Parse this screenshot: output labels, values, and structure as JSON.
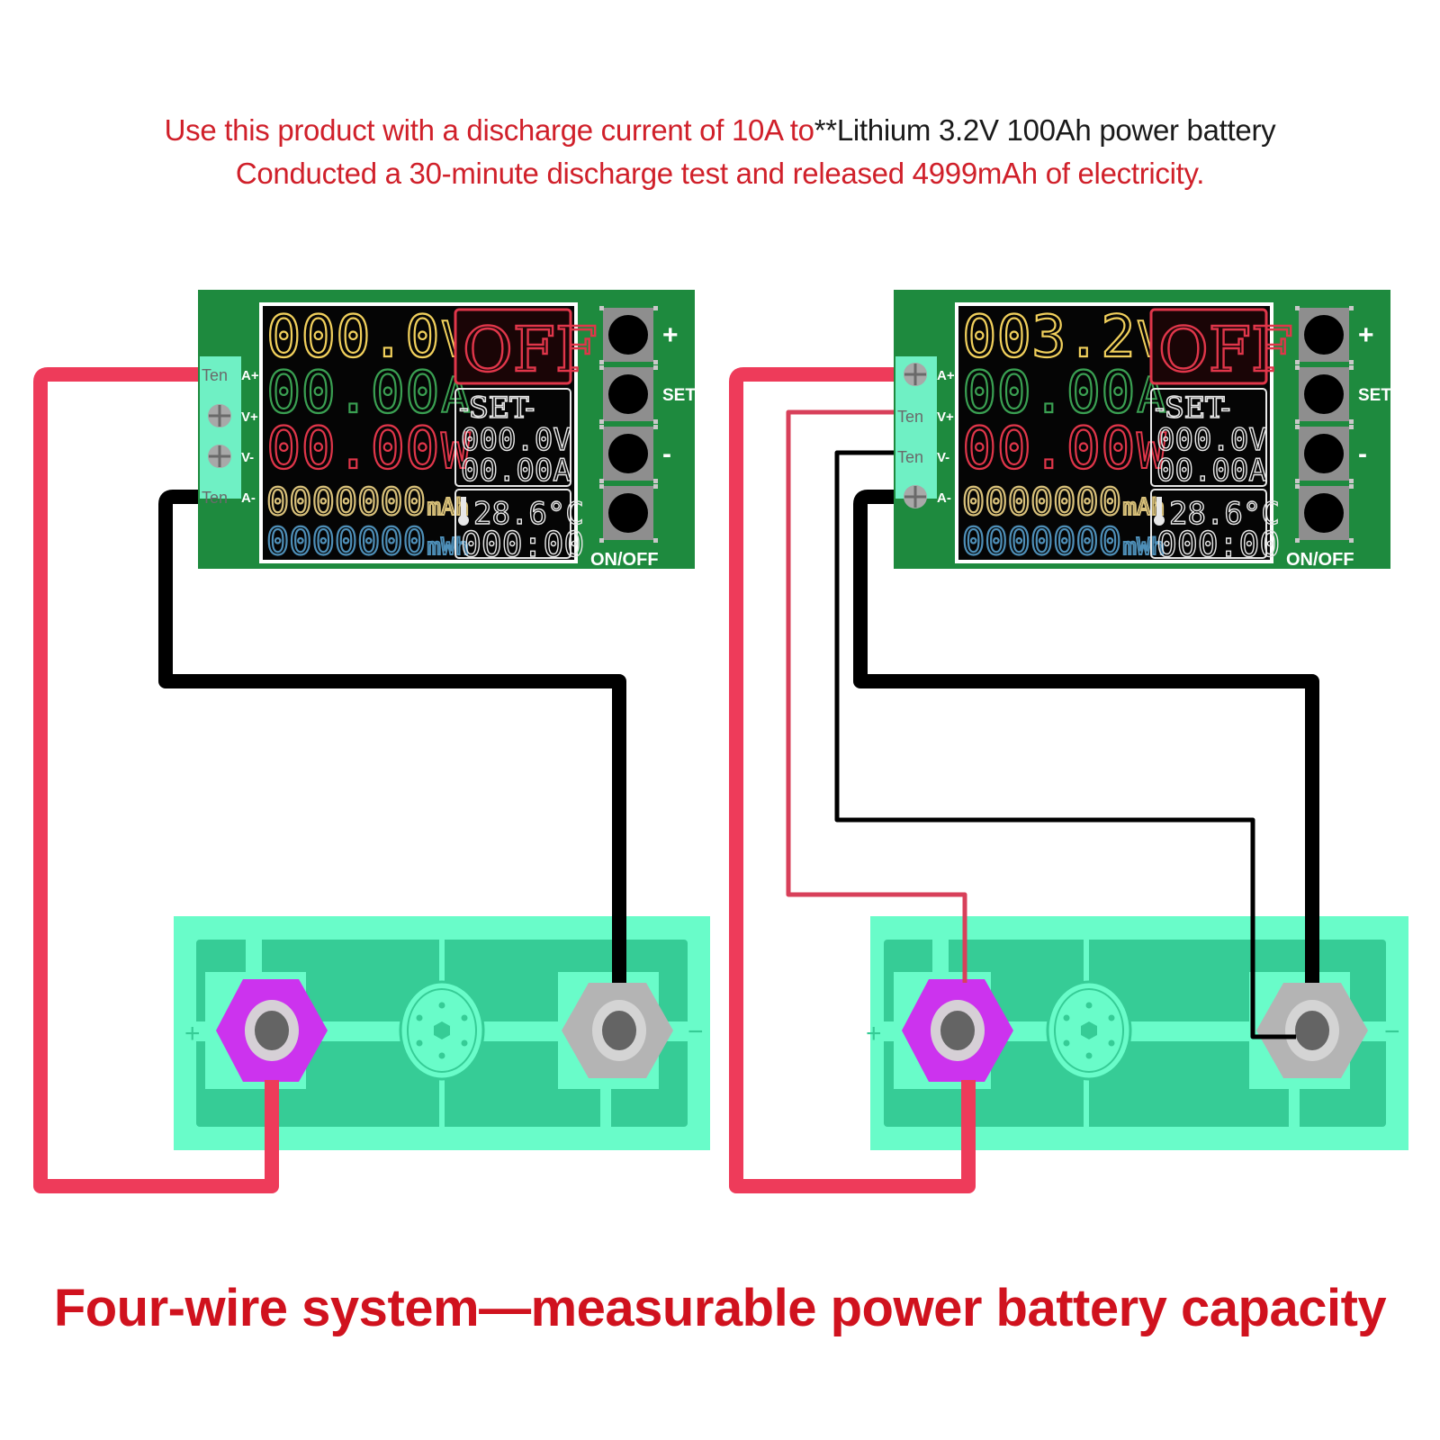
{
  "header": {
    "line1_red": "Use this product with a discharge current of 10A to",
    "line1_dark": "**Lithium 3.2V 100Ah power battery",
    "line2": "Conducted a 30-minute discharge test and released 4999mAh of electricity."
  },
  "footer": {
    "title": "Four-wire system—measurable power battery capacity"
  },
  "colors": {
    "caption_red": "#d0202a",
    "board_green": "#1e8a3e",
    "terminal_mint": "#6ff0c4",
    "battery_outer": "#69fcc9",
    "battery_inner": "#36cc96",
    "positive_nut": "#cc33ee",
    "negative_nut": "#b4b4b4",
    "wire_red": "#ee3b5a",
    "wire_black": "#000000",
    "lcd_yellow": "#f1d05c",
    "lcd_green": "#3aa052",
    "lcd_red": "#e0364a",
    "lcd_tan": "#d9c17a",
    "lcd_blue": "#4e8fb8",
    "lcd_white": "#e8e8e8"
  },
  "modules": [
    {
      "id": "left",
      "voltage": "000.0",
      "voltage_unit": "V",
      "current": "00.00",
      "current_unit": "A",
      "power": "00.00",
      "power_unit": "W",
      "capacity": "0000000",
      "capacity_unit": "mAh",
      "energy": "0000000",
      "energy_unit": "mWh",
      "status": "OFF",
      "set_label": "-SET-",
      "set_voltage": "000.0V",
      "set_current": "00.00A",
      "temperature": "28.6°C",
      "timer": "000:00",
      "terminal_labels": [
        "A+",
        "V+",
        "V-",
        "A-"
      ],
      "terminal_marks": [
        "Ten",
        "",
        "",
        "Ten"
      ],
      "buttons": [
        "+",
        "SET",
        "-",
        "ON/OFF"
      ]
    },
    {
      "id": "right",
      "voltage": "003.2",
      "voltage_unit": "V",
      "current": "00.00",
      "current_unit": "A",
      "power": "00.00",
      "power_unit": "W",
      "capacity": "0000000",
      "capacity_unit": "mAh",
      "energy": "0000000",
      "energy_unit": "mWh",
      "status": "OFF",
      "set_label": "-SET-",
      "set_voltage": "000.0V",
      "set_current": "00.00A",
      "temperature": "28.6°C",
      "timer": "000:00",
      "terminal_labels": [
        "A+",
        "V+",
        "V-",
        "A-"
      ],
      "terminal_marks": [
        "",
        "Ten",
        "Ten",
        ""
      ],
      "buttons": [
        "+",
        "SET",
        "-",
        "ON/OFF"
      ]
    }
  ],
  "batteries": [
    {
      "id": "left",
      "positive_label": "+",
      "negative_label": "−"
    },
    {
      "id": "right",
      "positive_label": "+",
      "negative_label": "−"
    }
  ]
}
